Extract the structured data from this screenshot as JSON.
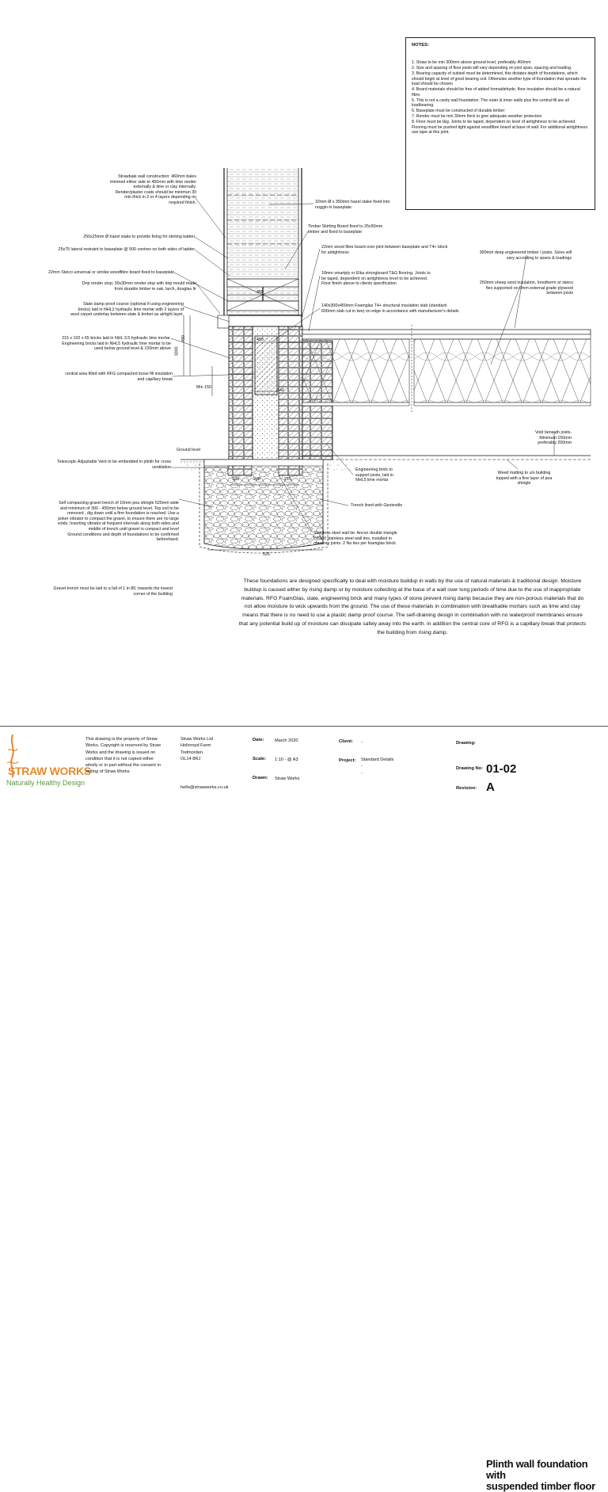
{
  "notes": {
    "title": "NOTES:",
    "items": [
      "1. Straw to be min 300mm above ground level, preferably 450mm",
      "2. Size and spacing of floor joists will vary depending on joist span, spacing and loading.",
      "3. Bearing capacity of subsoil must be determined, this dictates depth of foundations, which should begin at level of good bearing soil. Otherwise another type of foundation that spreads the load should be chosen",
      "4. Board materials should be free of added formaldehyde, floor insulation should be a natural fibre.",
      "5. This is not a cavity wall foundation. The outer & inner walls plus the central fill are all loadbearing.",
      "6. Baseplate must be constructed of durable timber",
      "7. Render must be min 30mm thick to give adequate weather protection",
      "8. Floor must be t&g. Joints to be taped, dependent on level of airtightness to be achieved. Flooring must be pushed tight against woodfibre board at base of wall. For additional airtightness use tape at this joint."
    ]
  },
  "labels": {
    "strawbale": "Strawbale wall construction: 460mm bales\ntrimmed either side to 450mm with lime render\nexternally & lime or clay internally.\nRender/plaster coats should be minimun 30\nmin thick in 2 or 4 layers depending on\nrequired finish.",
    "hazel_batten": "250x25mm Ø hazel stake to provide fixing for skirting batten",
    "lateral_restraint": "25x75 lateral restraint to baseplate @ 500 centres on both sides of ladder",
    "steico": "22mm Steico universal or similar woodfibre board fixed to baseplate",
    "drip": "Drip render stop; 30x30mm render stop with drip mould made\nfrom durable timber ie oak, larch, douglas fir",
    "slate": "Slate damp proof course (optional if using engineering\nbricks) laid in NHL2 hydraulic lime mortar with 2 layers of\nwool carpet underlay between slate & timber as airtight layer.",
    "bricks": "215 x 102 x 65 bricks laid in NHL 3.5 hydraulic lime mortar.\nEngineering bricks laid in NHL5 hydraulic lime mortar to be\nused below ground level & 150mm above",
    "central_fill": "central area filled with RFG compacted loose fill insulation\nand capillary break",
    "min150": "Min 150",
    "ground_level": "Ground level",
    "vent": "Telescopic Adjustable Vent to be embedded in plinth for cross\nventilation",
    "gravel": "Self compacting gravel trench of 10mm pea shingle 525mm wide\nand minimum of 300 - 450mm below ground level.  Top soil to be\nremoved , dig down until a firm foundation is reached.  Use a\npoker vibrator to compact the gravel, to ensure there are no large\nvoids. Inserting vibrator at frequent intervals along both sides and\nmiddle of trench until gravel is compact and level\nGround conditions and depth of foundations to be confirmed\nbeforehand.",
    "fall": "Gravel trench must be laid to a fall of 1 in 80, towards the lowest\ncorner of the building",
    "hazel_stake": "32mm Ø x 350mm hazel stake fixed into\nnoggin in baseplate",
    "skirting": "Timber Skirting Board fixed to 25x50mm\ntimber and fixed to baseplate",
    "woodfibre": "22mm wood fibre board over joint between baseplate and T4+ block\nfor airtightness",
    "floor": "18mm smartply or Elka strongboard T&G flooring. Joints to\nbe taped, dependent on airtightness level to be achieved.\nFloor finish above to clients specification",
    "foamglas": "140x300x450mm Foamglas T4+ structural insulation slab (standard\n600mm slab cut in two) on edge in accordance with manufacturer's details",
    "joists": "300mm deep  engineered timber I joists. Sizes will\nvary according to spans & loadings",
    "sheep_wool": "250mm sheep wool insulation, Innotherm or steico\nflex supported on 6mm external grade plywood\nbetween joists",
    "void": "Void beneath joists.\nMinimum 150mm\npreferably 250mm",
    "weed": "Weed matting to u/s building\ntopped with a fine layer of pea\nshingle",
    "eng_brick": "Engineering brick to\nsupport joists, laid in\nNHL5 lime mortar",
    "geotextile": "Trench lined with Geotextile",
    "ties": "Stainless steel wall tie: Ancon double triangle\nDT300 stainless steel wall ties, installed in\nmasonry joints.  2 No ties per foamglas block"
  },
  "dimensions": {
    "d450_top": "450",
    "d450_mid": "450",
    "d140": "140",
    "d103": "103",
    "d208": "208",
    "d215": "215",
    "d525": "525",
    "d_vert1": "450",
    "d_vert2": "3000"
  },
  "description": "These foundations are designed specifically to deal with moisture buildup in walls by the use of natural materials & traditional design. Moisture buildup is caused either by rising damp or by moisture collecting at the base of a wall over long periods of time due to the use of inappropriate materials. RFG FoamGlas, slate, engineering brick and many types of stone prevent rising damp because they are non-porous materials that do not allow moisture to wick upwards from the ground. The use of these materials in combination with breathable mortars such as lime and clay means that there is no need to use a plastic damp proof course. The self-draining design in combination with no waterproof membranes ensure that any potential build up of moisture can dissipate safely away into the earth. in addition the central core of RFG is a capillary break that protects the building from rising damp.",
  "title_block": {
    "brand_name": "STRAW WORKS",
    "brand_tagline": "Naturally Healthy Design",
    "copyright": "This drawing is the property of Straw\nWorks. Copyright is reserved by Straw\nWorks and the drawing is issued on\ncondition that it is not copied either\nwholly or in part without the consent in\nwriting of Straw Works.",
    "address": "Straw Works Ltd\nHolinroyd Farm\nTodmorden\nOL14 8RJ",
    "email": "hello@strawworks.co.uk",
    "date_label": "Date:",
    "date_value": "March 2020",
    "scale_label": "Scale:",
    "scale_value": "1:10 - @ A3",
    "drawn_label": "Drawn:",
    "drawn_value": "Straw Works",
    "client_label": "Client:",
    "client_value": "-",
    "project_label": "Project:",
    "project_value": "Standard Details\n-\n-",
    "drawing_label": "Drawing:",
    "drawing_value": "Plinth wall foundation with\nsuspended timber floor",
    "drawing_no_label": "Drawing No:",
    "drawing_no_value": "01-02",
    "revision_label": "Revision:",
    "revision_value": "A"
  },
  "colors": {
    "brand_orange": "#e8892a",
    "brand_green": "#5a9a3a",
    "line": "#1a1a1a"
  }
}
